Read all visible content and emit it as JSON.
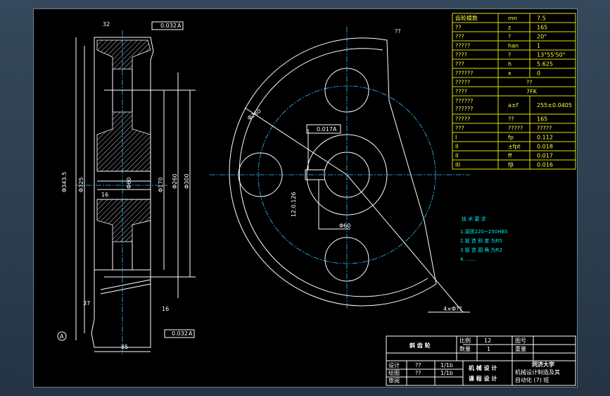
{
  "drawing": {
    "left_view": {
      "top_label": "32",
      "tolerance_top": "0.032",
      "datum_top": "A",
      "tolerance_bottom": "0.032",
      "datum_bottom": "A",
      "diam_outer": "Φ343.5",
      "diam_body": "Φ325",
      "diam_hub": "Φ170",
      "diam_bore": "Φ260",
      "diam_root": "Φ300",
      "label_16": "16",
      "label_37": "37",
      "label_bottom": "16",
      "width": "85",
      "datum_circle": "A",
      "left_diam_small": "Φ60"
    },
    "right_view": {
      "roughness": "??",
      "bolt_circle": "Φ260",
      "tolerance_center": "0.017",
      "datum_center": "A",
      "keyway_depth": "12.0.126",
      "keyway_width": "Φ60",
      "holes_note": "4×Φ??"
    },
    "tech_requirements": {
      "title": "技 术 要 求",
      "items": [
        "1.调质220~250HBS",
        "2.锻 造 斜 度 为R5",
        "3.锻 造 圆 角 为R2",
        "4. ......"
      ]
    },
    "params_table": {
      "rows": [
        {
          "a": "齿轮模数",
          "b": "mn",
          "c": "7.5"
        },
        {
          "a": "??",
          "b": "z",
          "c": "165"
        },
        {
          "a": "???",
          "b": "?",
          "c": "20°"
        },
        {
          "a": "?????",
          "b": "han",
          "c": "1"
        },
        {
          "a": "????",
          "b": "?",
          "c": "13°55'50\""
        },
        {
          "a": "???",
          "b": "h",
          "c": "5.625"
        },
        {
          "a": "??????",
          "b": "x",
          "c": "0"
        },
        {
          "a": "?????",
          "b": "??",
          "c": ""
        },
        {
          "a": "????",
          "b": "7FK",
          "c": ""
        },
        {
          "a": "??????\n??????",
          "b": "a±f",
          "c": "255±0.0405"
        },
        {
          "a": "?????",
          "b": "??",
          "c": "165"
        },
        {
          "a": "???",
          "b": "?????",
          "c": "?????"
        },
        {
          "a": "I",
          "b": "fp",
          "c": "0.112"
        },
        {
          "a": "II",
          "b": "±fpt",
          "c": "0.018"
        },
        {
          "a": "II",
          "b": "ff",
          "c": "0.017"
        },
        {
          "a": "III",
          "b": "fβ",
          "c": "0.016"
        }
      ]
    },
    "title_block": {
      "part_name": "斜 齿 轮",
      "scale_label": "比例",
      "scale_value": "12",
      "drawing_no_label": "图号",
      "qty_label": "数量",
      "qty_value": "1",
      "weight_label": "重量",
      "design_label": "设计",
      "design_name": "??",
      "design_date": "1/1b",
      "drawn_label": "绘图",
      "drawn_name": "??",
      "drawn_date": "1/1b",
      "check_label": "审阅",
      "course": "机 械 设 计",
      "course2": "课 程 设 计",
      "school": "同济大学",
      "dept1": "机械设计制造及其",
      "dept2": "自动化 (7) 班"
    }
  }
}
